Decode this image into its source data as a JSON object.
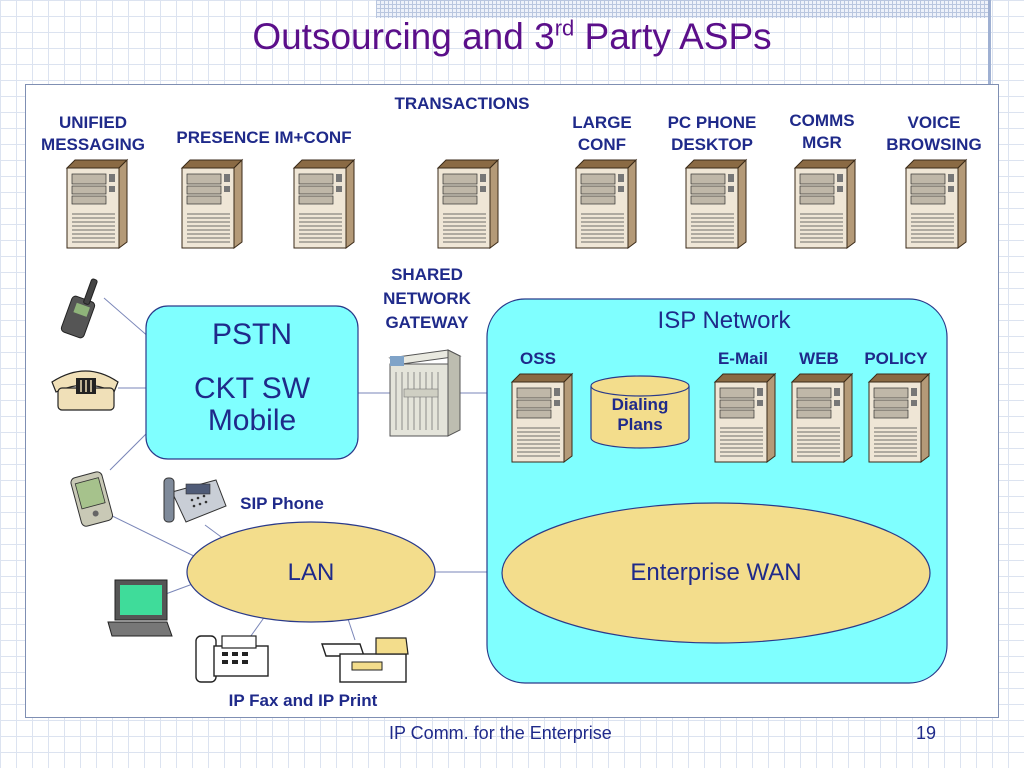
{
  "slide": {
    "title_main": "Outsourcing and 3",
    "title_sup": "rd",
    "title_rest": " Party ASPs"
  },
  "servers_top": {
    "unified_messaging": "UNIFIED MESSAGING",
    "presence": "PRESENCE IM+CONF",
    "transactions": "TRANSACTIONS",
    "large_conf": "LARGE CONF",
    "pc_phone": "PC PHONE DESKTOP",
    "comms_mgr": "COMMS MGR",
    "voice_browsing": "VOICE BROWSING"
  },
  "pstn": {
    "line1": "PSTN",
    "line2": "CKT SW",
    "line3": "Mobile"
  },
  "gateway": {
    "label": "SHARED NETWORK GATEWAY"
  },
  "isp": {
    "title": "ISP Network",
    "oss": "OSS",
    "dialing": "Dialing Plans",
    "email": "E-Mail",
    "web": "WEB",
    "policy": "POLICY"
  },
  "lan": {
    "label": "LAN"
  },
  "wan": {
    "label": "Enterprise WAN"
  },
  "devices": {
    "sip_phone": "SIP Phone",
    "ipfax": "IP Fax and IP Print"
  },
  "footer": {
    "text": "IP Comm. for the Enterprise",
    "page": "19"
  },
  "colors": {
    "title": "#5b0f8a",
    "label": "#1f2a8a",
    "cyan": "#7fffff",
    "tan": "#f3dd8c"
  }
}
